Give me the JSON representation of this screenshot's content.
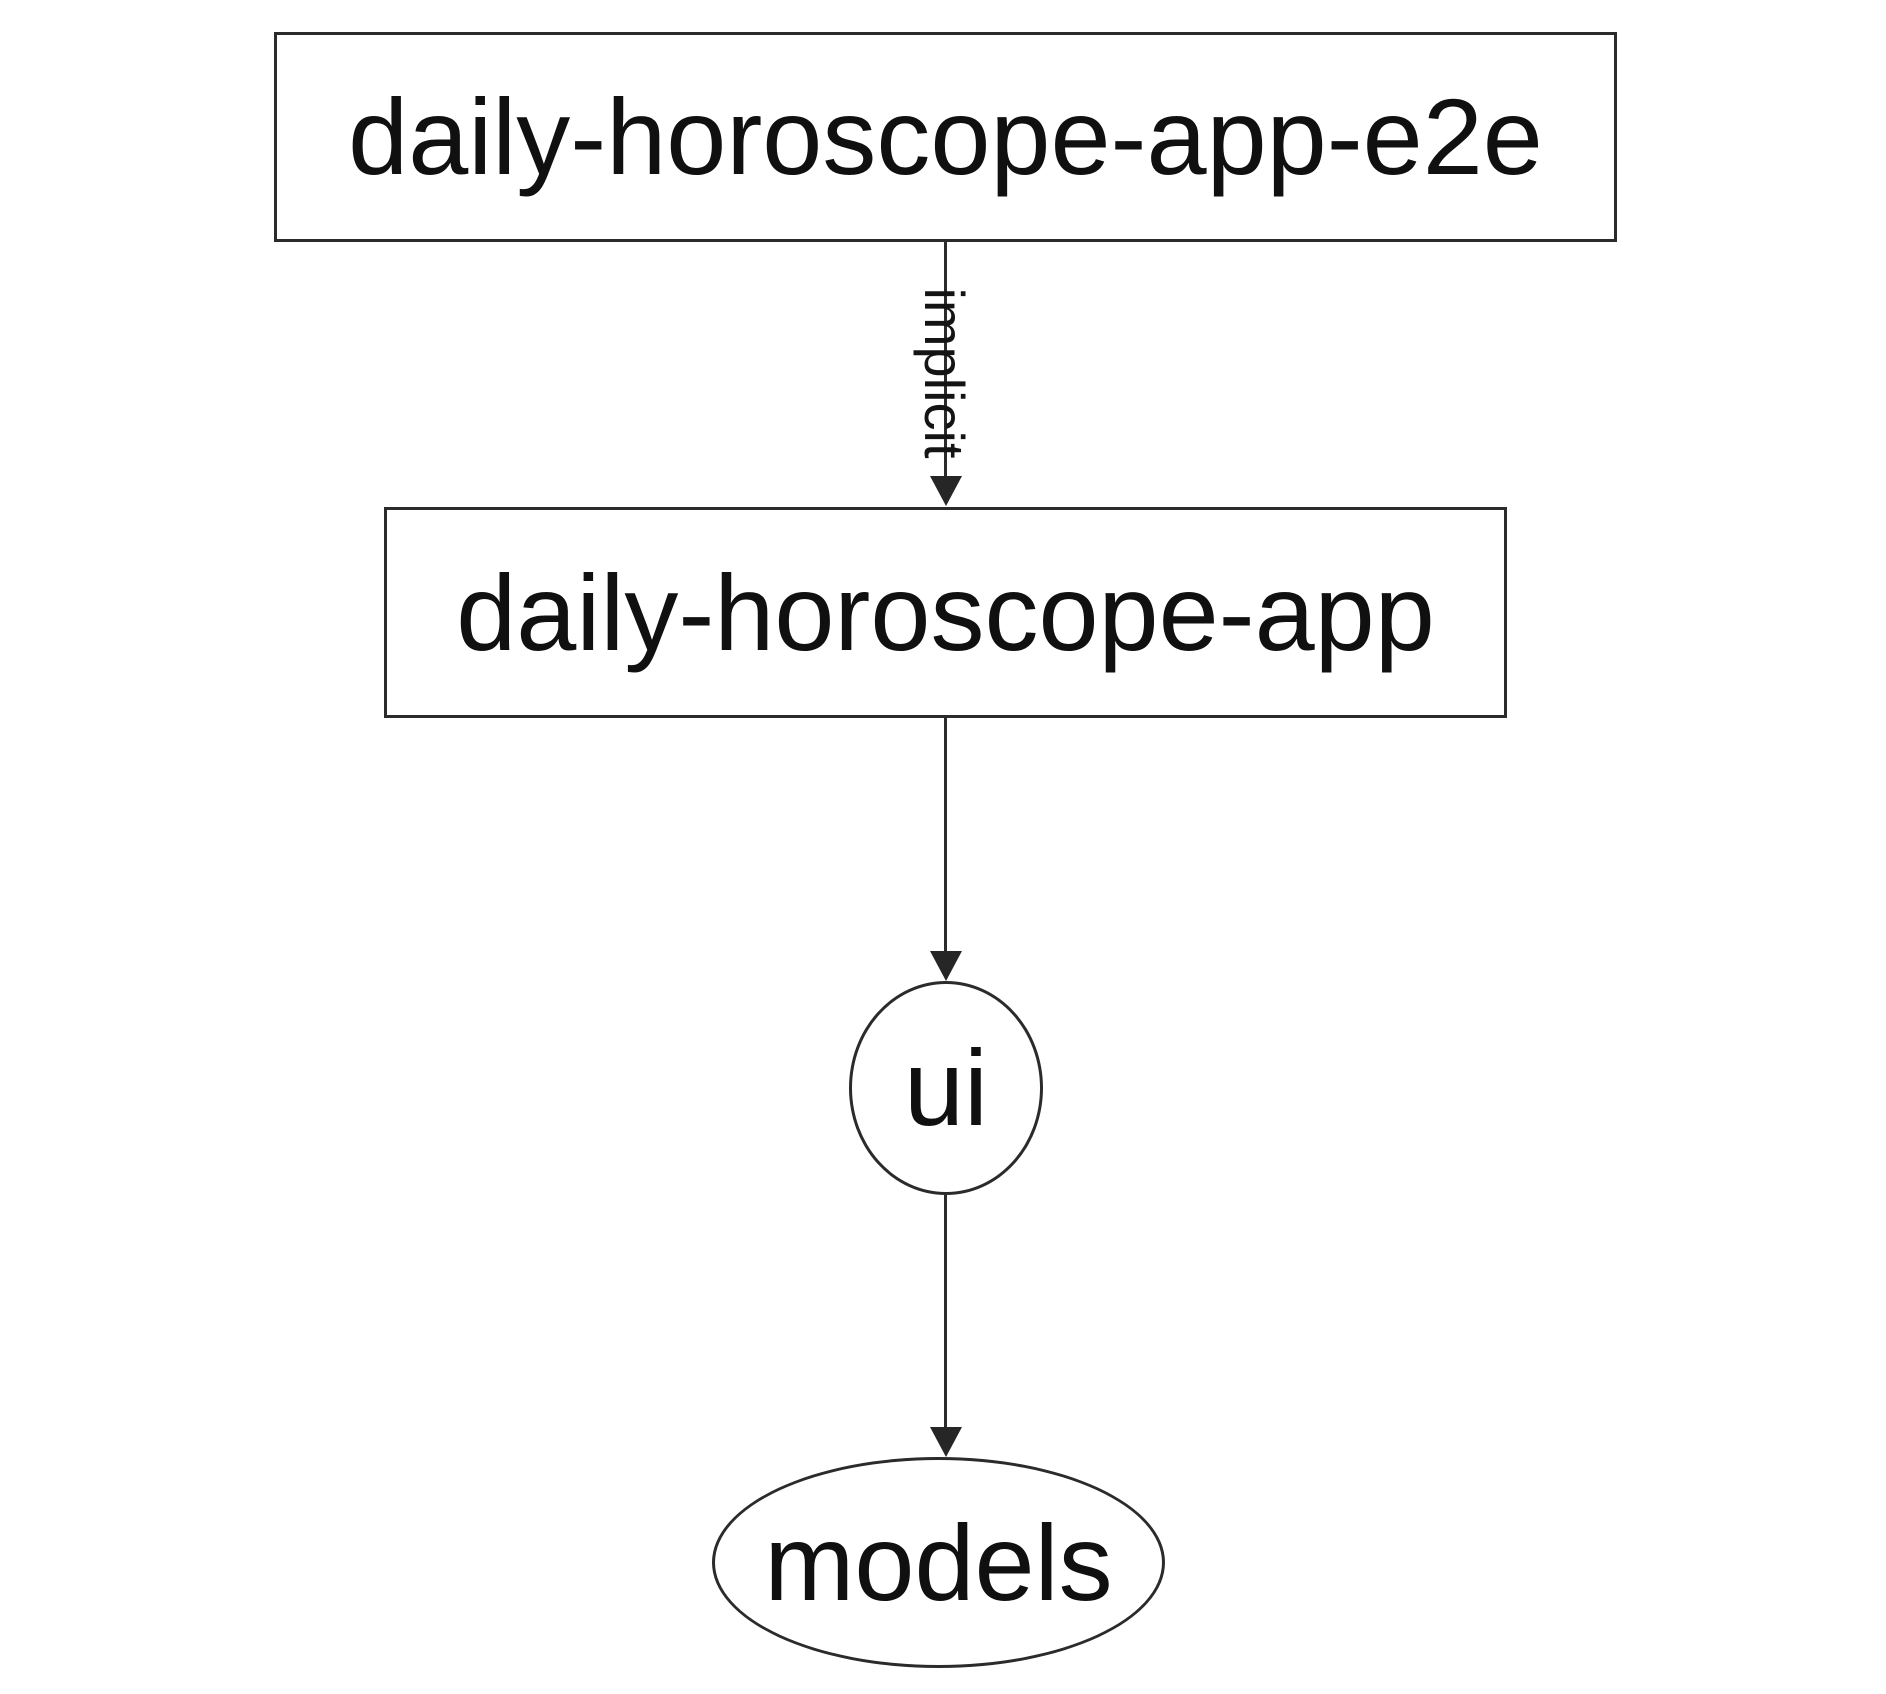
{
  "graph": {
    "nodes": [
      {
        "id": "daily-horoscope-app-e2e",
        "label": "daily-horoscope-app-e2e",
        "shape": "rectangle"
      },
      {
        "id": "daily-horoscope-app",
        "label": "daily-horoscope-app",
        "shape": "rectangle"
      },
      {
        "id": "ui",
        "label": "ui",
        "shape": "circle"
      },
      {
        "id": "models",
        "label": "models",
        "shape": "ellipse"
      }
    ],
    "edges": [
      {
        "from": "daily-horoscope-app-e2e",
        "to": "daily-horoscope-app",
        "label": "implicit",
        "direction": "down"
      },
      {
        "from": "daily-horoscope-app",
        "to": "ui",
        "label": "",
        "direction": "down"
      },
      {
        "from": "ui",
        "to": "models",
        "label": "",
        "direction": "down"
      }
    ],
    "colors": {
      "background": "#ffffff",
      "node_fill": "#ffffff",
      "stroke": "#2b2b2b",
      "text": "#101010"
    }
  }
}
